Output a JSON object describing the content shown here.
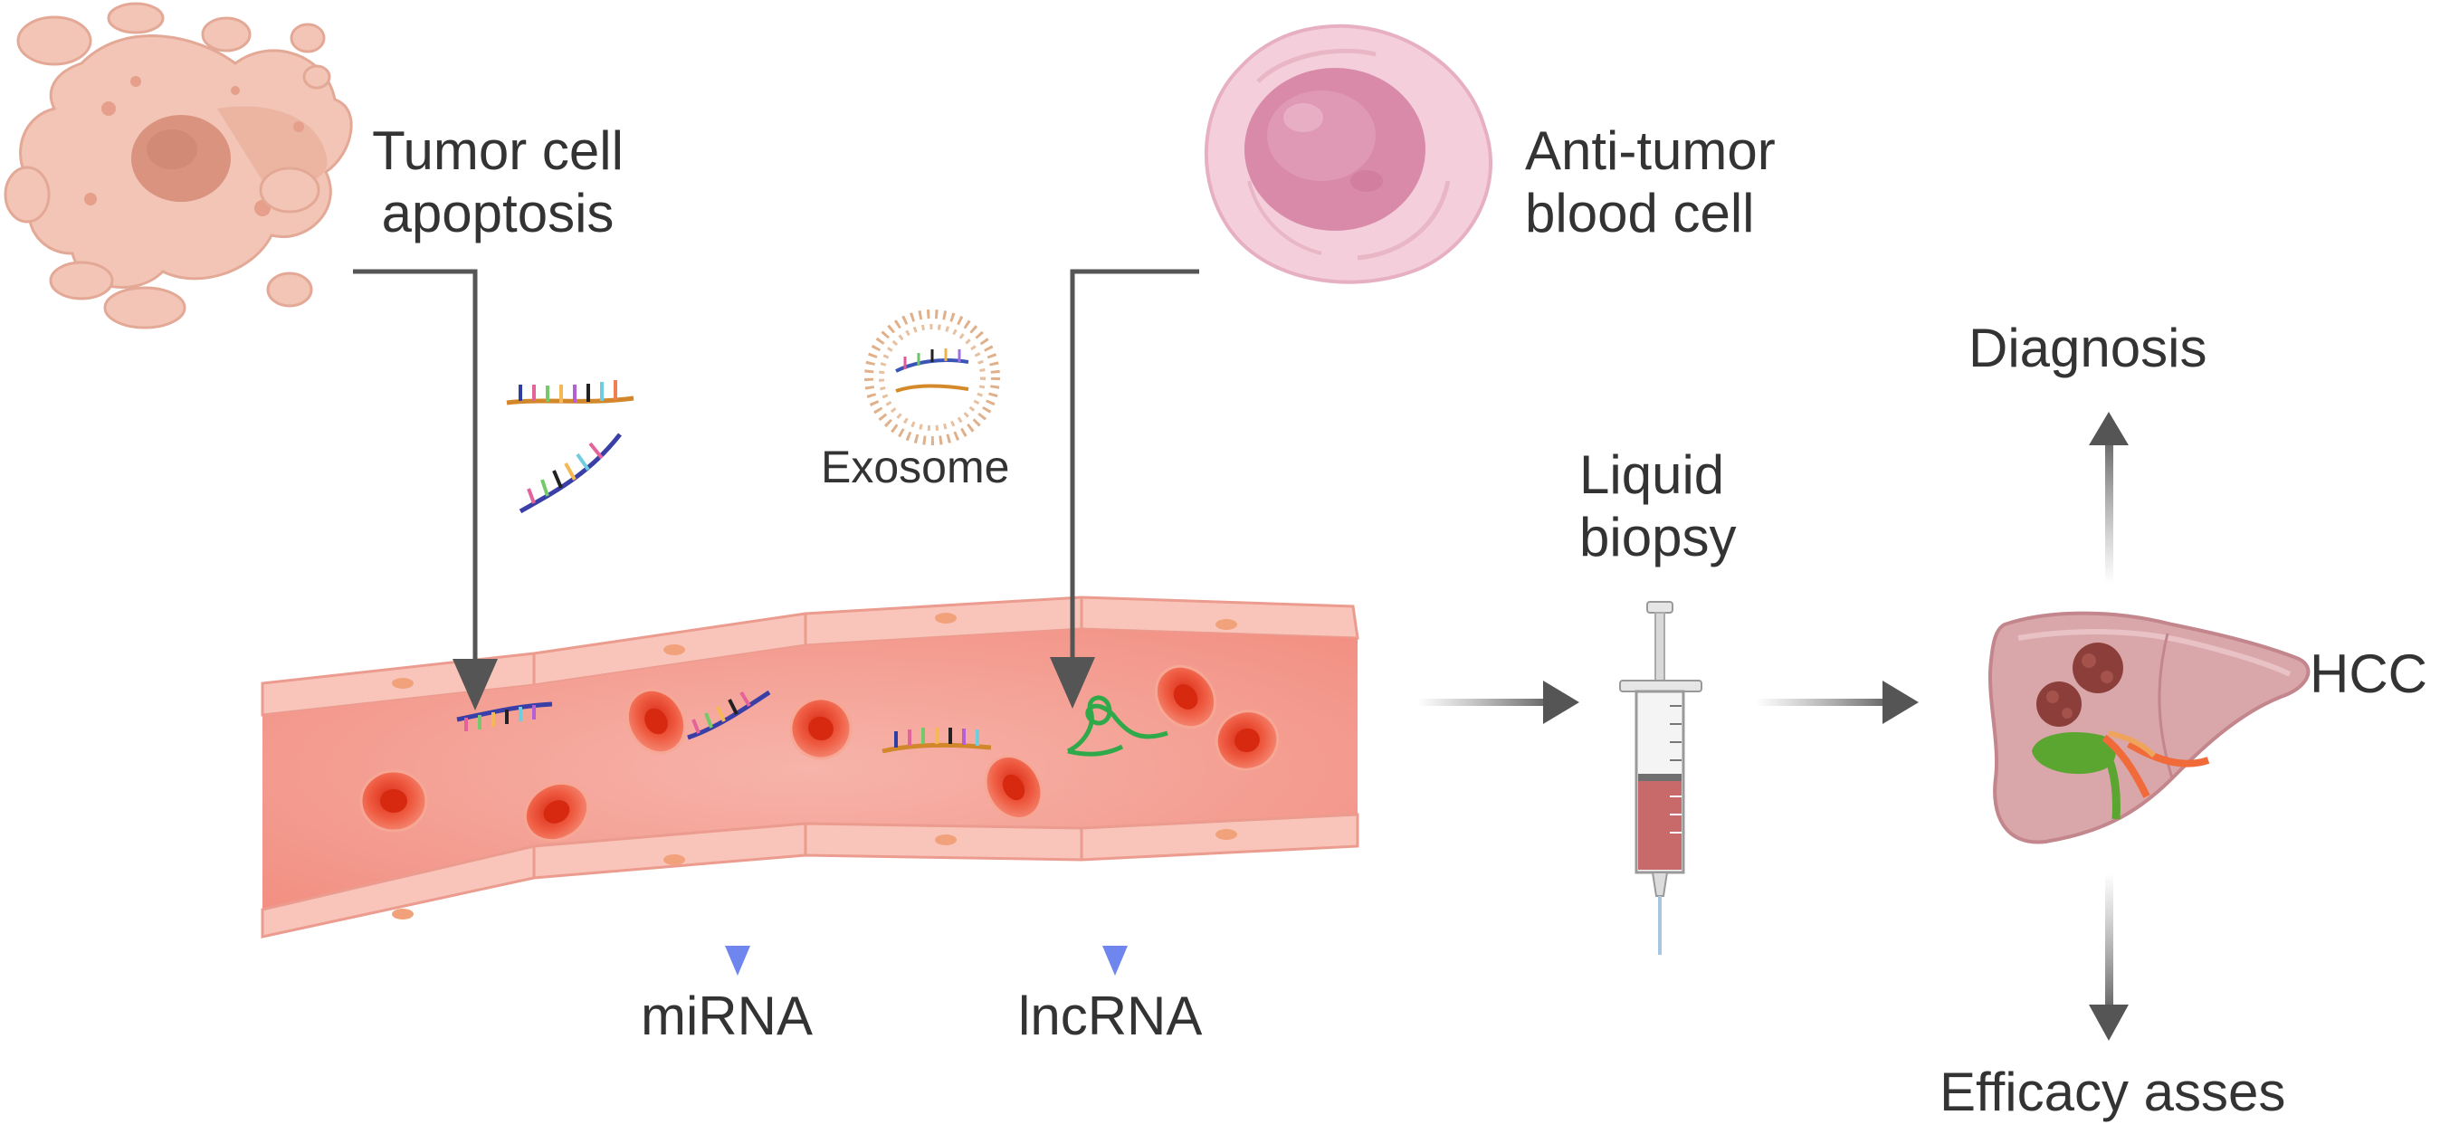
{
  "labels": {
    "tumor_cell_line1": "Tumor cell",
    "tumor_cell_line2": "apoptosis",
    "anti_tumor_line1": "Anti-tumor",
    "anti_tumor_line2": "blood cell",
    "exosome": "Exosome",
    "liquid_biopsy_line1": "Liquid",
    "liquid_biopsy_line2": "biopsy",
    "diagnosis": "Diagnosis",
    "hcc": "HCC",
    "efficacy": "Efficacy asses",
    "mirna": "miRNA",
    "lncrna": "lncRNA"
  },
  "colors": {
    "vessel": "#f6a79c",
    "vessel_wall": "#f9c6bd",
    "rbc": "#e8442e",
    "tumor_cell": "#f0c2b4",
    "anti_tumor_cell": "#f1c6d4",
    "arrow_dark": "#555555",
    "arrow_blue": "#7b8ff0",
    "liver": "#d8a4a8"
  },
  "icons": [
    "tumor-cell-icon",
    "blood-cell-icon",
    "exosome-icon",
    "blood-vessel-icon",
    "syringe-icon",
    "liver-icon"
  ]
}
